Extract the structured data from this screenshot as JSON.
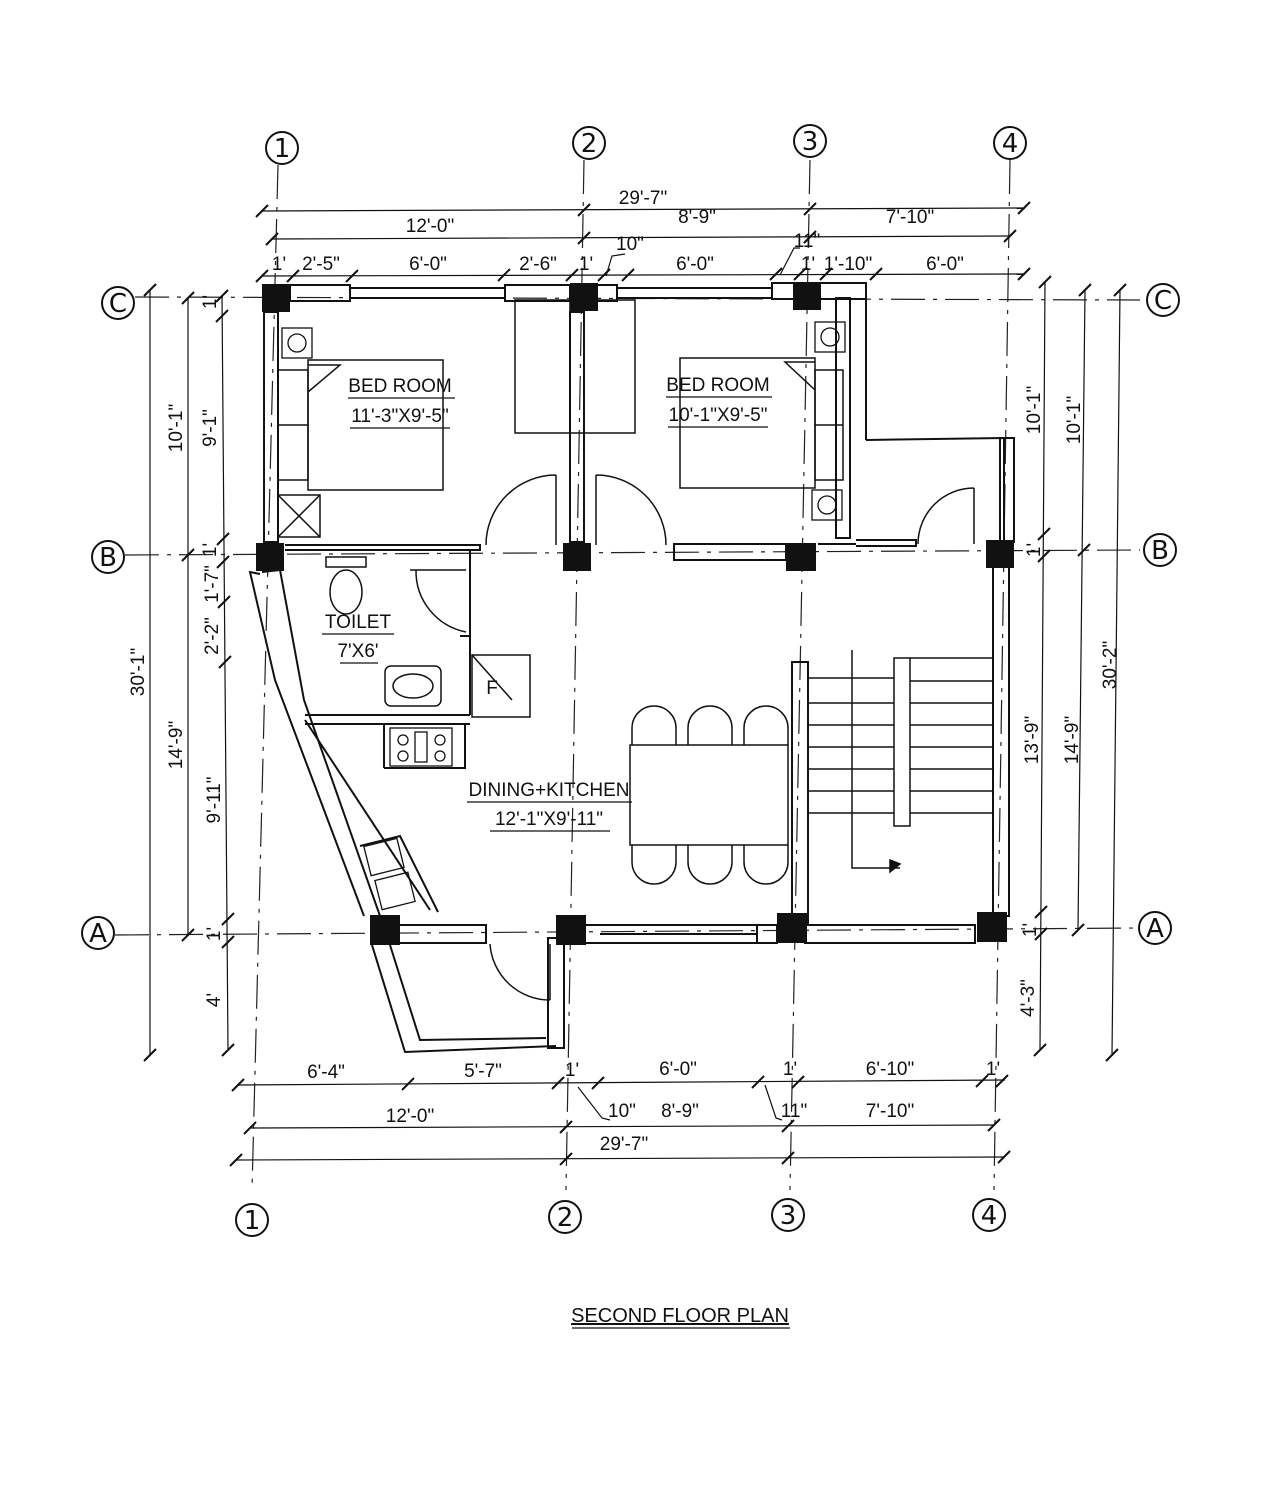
{
  "title": "SECOND FLOOR PLAN",
  "grid": {
    "columns": [
      "1",
      "2",
      "3",
      "4"
    ],
    "rows": [
      "C",
      "B",
      "A"
    ]
  },
  "rooms": {
    "bedroom1": {
      "name": "BED ROOM",
      "size": "11'-3\"X9'-5\""
    },
    "bedroom2": {
      "name": "BED ROOM",
      "size": "10'-1\"X9'-5\""
    },
    "toilet": {
      "name": "TOILET",
      "size": "7'X6'"
    },
    "dining": {
      "name": "DINING+KITCHEN",
      "size": "12'-1\"X9'-11\""
    },
    "fridge_label": "F"
  },
  "dims_top": {
    "overall": "29'-7\"",
    "bay1": "12'-0\"",
    "bay2": "8'-9\"",
    "bay3": "7'-10\"",
    "d_1a": "1'",
    "d_2a": "2'-5\"",
    "d_6a": "6'-0\"",
    "d_2b": "2'-6\"",
    "d_1b": "1'",
    "d_10": "10\"",
    "d_6b": "6'-0\"",
    "d_11": "11\"",
    "d_1c": "1'",
    "d_1_10": "1'-10\"",
    "d_6c": "6'-0\""
  },
  "dims_bottom": {
    "d_6_4": "6'-4\"",
    "d_5_7": "5'-7\"",
    "d_1a": "1'",
    "d_6_0": "6'-0\"",
    "d_1b": "1'",
    "d_6_10": "6'-10\"",
    "d_1c": "1'",
    "bay1": "12'-0\"",
    "d_10": "10\"",
    "bay2": "8'-9\"",
    "d_11": "11\"",
    "bay3": "7'-10\"",
    "overall": "29'-7\""
  },
  "dims_left": {
    "overall": "30'-1\"",
    "upper": "10'-1\"",
    "lower": "14'-9\"",
    "d_1_top": "1'",
    "d_9_1": "9'-1\"",
    "d_1_mid": "1'",
    "d_1_7": "1'-7\"",
    "d_2_2": "2'-2\"",
    "d_9_11": "9'-11\"",
    "d_1_bot": "1'",
    "d_4": "4'"
  },
  "dims_right": {
    "overall": "30'-2\"",
    "upper": "10'-1\"",
    "lower": "14'-9\"",
    "d_10_1": "10'-1\"",
    "d_1_mid": "1'",
    "d_13_9": "13'-9\"",
    "d_1_bot": "1'",
    "d_4_3": "4'-3\""
  }
}
